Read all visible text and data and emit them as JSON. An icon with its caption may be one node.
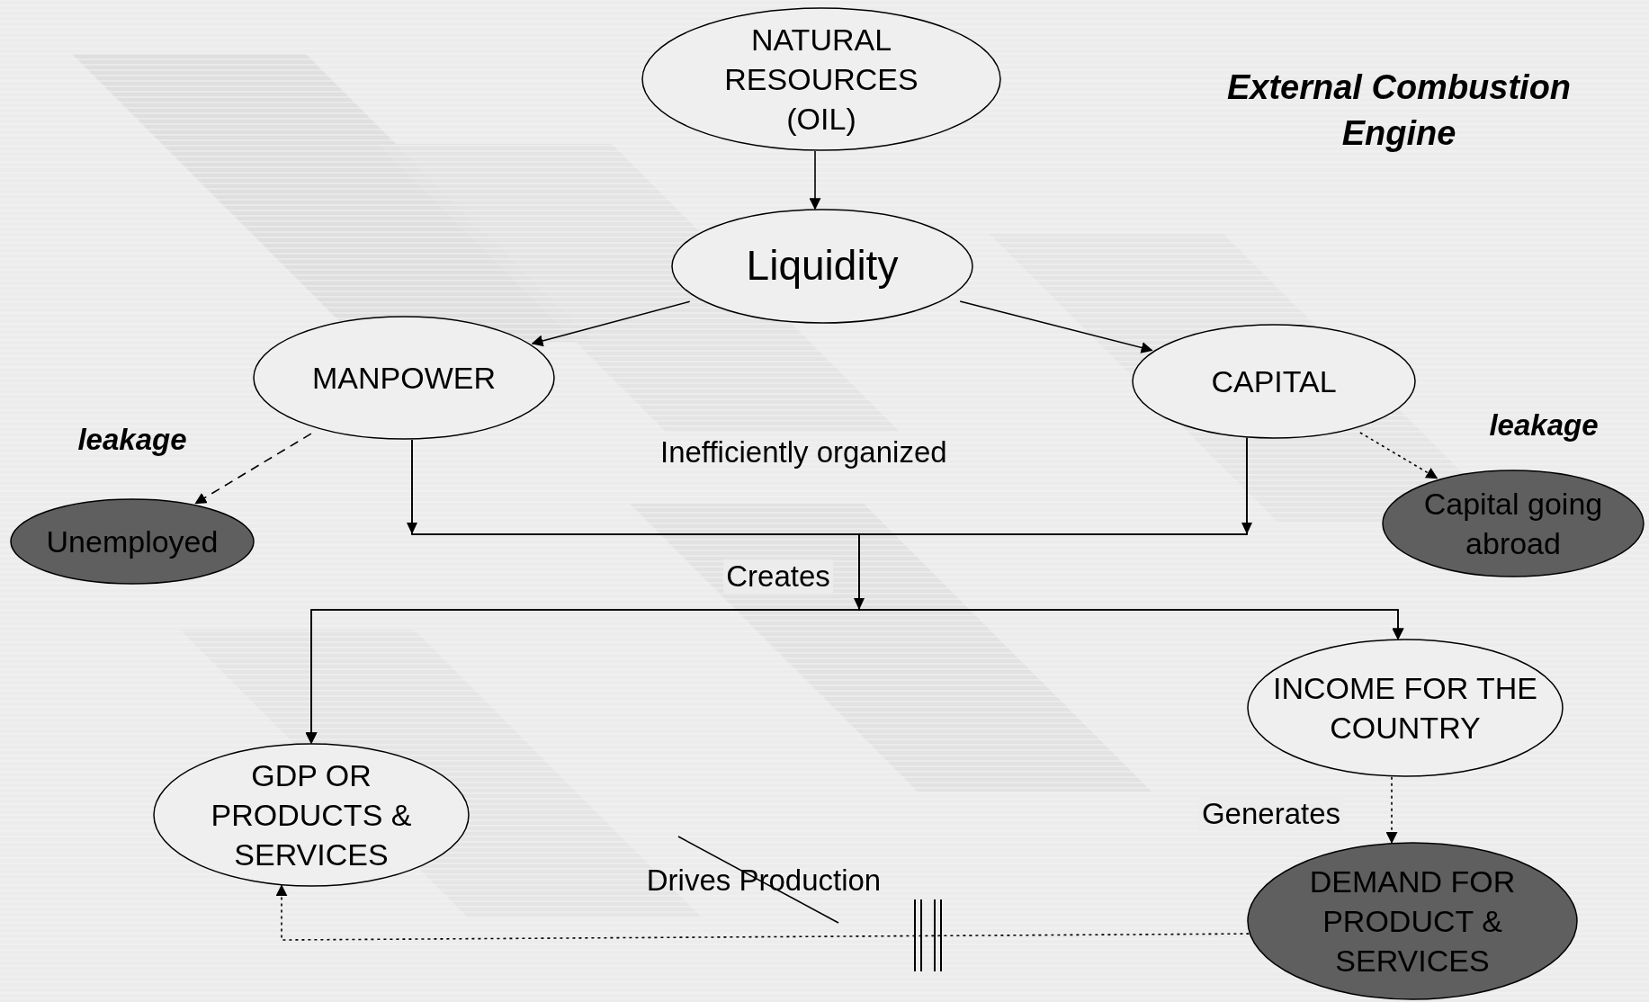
{
  "diagram": {
    "title": "External Combustion Engine",
    "nodes": [
      {
        "text": [
          "NATURAL RESOURCES (OIL)"
        ]
      },
      {
        "text": [
          "Liquidity"
        ]
      },
      {
        "text": [
          "MANPOWER"
        ]
      },
      {
        "text": [
          "CAPITAL"
        ]
      },
      {
        "text": [
          "Unemployed"
        ]
      },
      {
        "text": [
          "Capital going abroad"
        ]
      },
      {
        "text": [
          "INCOME FOR THE COUNTRY"
        ]
      },
      {
        "text": [
          "GDP OR PRODUCTS & SERVICES"
        ]
      },
      {
        "text": [
          "DEMAND FOR PRODUCT & SERVICES"
        ]
      }
    ],
    "edges": [
      {
        "from": 0,
        "to": 1,
        "arrow": "to"
      },
      {
        "from": 1,
        "to": 2,
        "arrow": "to"
      },
      {
        "from": 1,
        "to": 3,
        "arrow": "to"
      },
      {
        "from": 2,
        "to": 4,
        "arrow": "to",
        "label": "leakage",
        "style": "dashed"
      },
      {
        "from": 3,
        "to": 5,
        "arrow": "to",
        "label": "leakage",
        "style": "dashed"
      },
      {
        "from": 2,
        "to": 7,
        "arrow": "to",
        "label": "Creates"
      },
      {
        "from": 2,
        "to": 6,
        "arrow": "to"
      },
      {
        "from": 3,
        "to": 7,
        "arrow": "to"
      },
      {
        "from": 3,
        "to": 6,
        "arrow": "to"
      },
      {
        "from": 6,
        "to": 8,
        "arrow": "to",
        "label": "Generates",
        "style": "dashed"
      },
      {
        "from": 8,
        "to": 7,
        "arrow": "to",
        "label": "Drives Production",
        "style": "dashed"
      }
    ],
    "labels": [
      "Inefficiently organized"
    ]
  }
}
